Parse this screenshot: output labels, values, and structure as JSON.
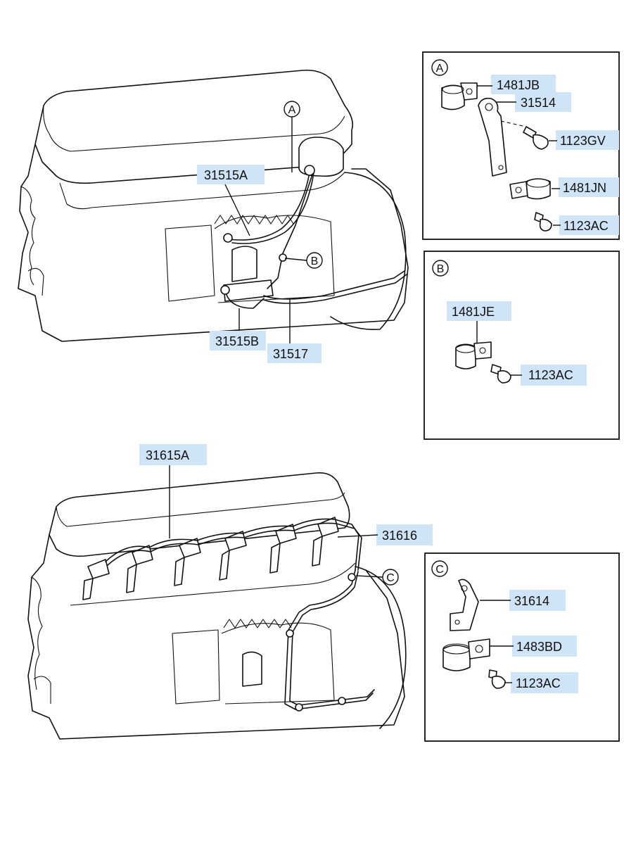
{
  "engine_top": {
    "callout_a": "A",
    "callout_b": "B",
    "labels": {
      "p31515a": "31515A",
      "p31515b": "31515B",
      "p31517": "31517"
    }
  },
  "engine_bottom": {
    "callout_c": "C",
    "labels": {
      "p31615a": "31615A",
      "p31616": "31616"
    }
  },
  "detail_a": {
    "title": "A",
    "labels": {
      "p1481jb": "1481JB",
      "p31514": "31514",
      "p1123gv": "1123GV",
      "p1481jn": "1481JN",
      "p1123ac": "1123AC"
    }
  },
  "detail_b": {
    "title": "B",
    "labels": {
      "p1481je": "1481JE",
      "p1123ac": "1123AC"
    }
  },
  "detail_c": {
    "title": "C",
    "labels": {
      "p31614": "31614",
      "p1483bd": "1483BD",
      "p1123ac": "1123AC"
    }
  },
  "colors": {
    "label_highlight": "#cfe4f7",
    "ink": "#111111",
    "background": "#ffffff"
  }
}
